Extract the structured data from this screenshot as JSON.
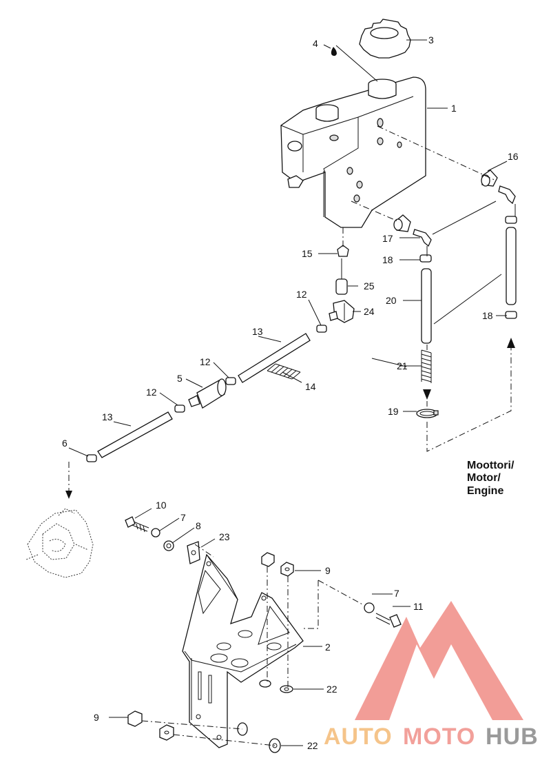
{
  "diagram": {
    "callouts": {
      "c1": "1",
      "c2": "2",
      "c3": "3",
      "c4": "4",
      "c5": "5",
      "c6": "6",
      "c7a": "7",
      "c7b": "7",
      "c8": "8",
      "c9a": "9",
      "c9b": "9",
      "c10": "10",
      "c11": "11",
      "c12a": "12",
      "c12b": "12",
      "c12c": "12",
      "c13a": "13",
      "c13b": "13",
      "c14": "14",
      "c15": "15",
      "c16": "16",
      "c17": "17",
      "c18a": "18",
      "c18b": "18",
      "c19": "19",
      "c20": "20",
      "c21": "21",
      "c22a": "22",
      "c22b": "22",
      "c23": "23",
      "c24": "24",
      "c25": "25"
    },
    "engine_label": [
      "Moottori/",
      "Motor/",
      "Engine"
    ]
  },
  "watermark": {
    "text_part1": "AUTO",
    "text_part2": "MOTO",
    "text_part3": "HUB",
    "colors": {
      "logo": "#f08c85",
      "auto": "#f5c48a",
      "moto": "#f2a09a",
      "hub": "#9a9a9a"
    }
  }
}
